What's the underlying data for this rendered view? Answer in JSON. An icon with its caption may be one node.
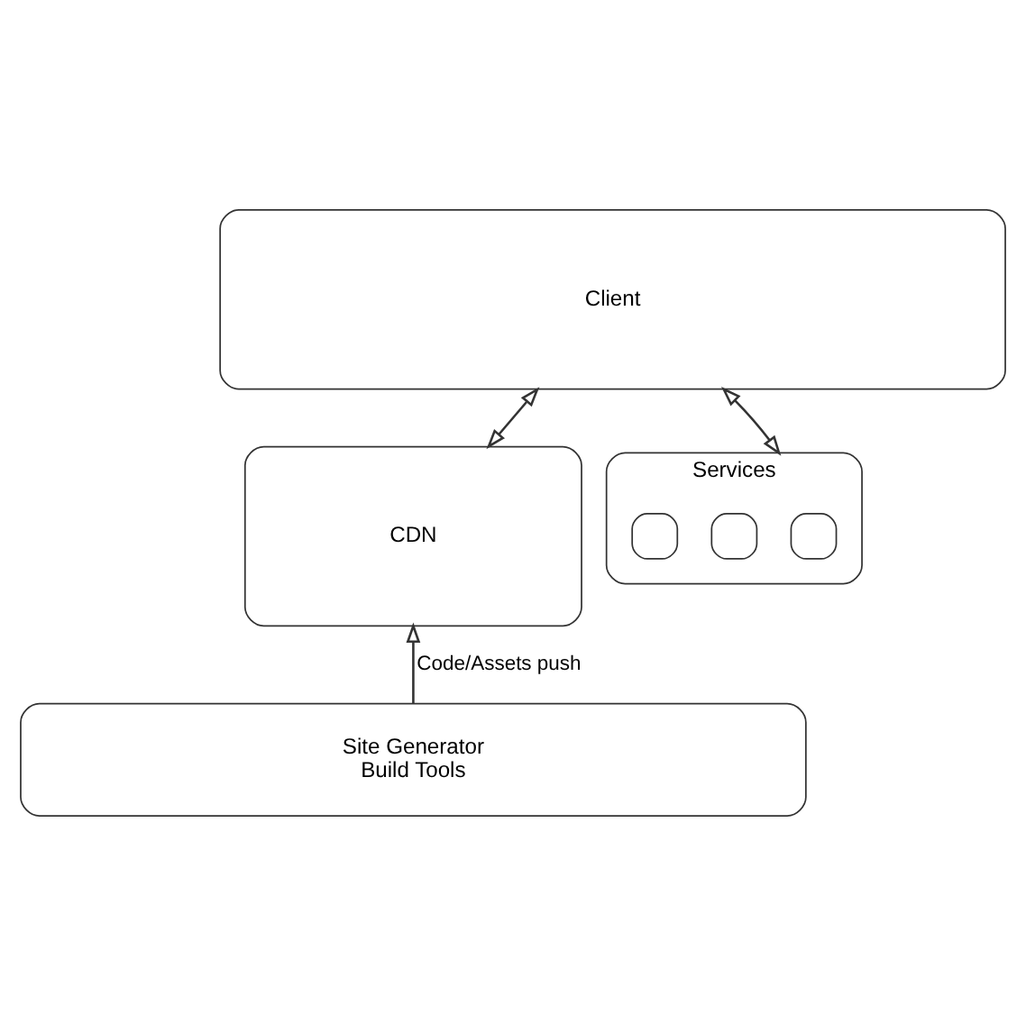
{
  "diagram": {
    "nodes": [
      {
        "text": [
          "Client"
        ]
      },
      {
        "text": [
          "CDN"
        ]
      },
      {
        "text": [
          "Services"
        ]
      },
      {
        "text": [],
        "shape": "box",
        "in": 2
      },
      {
        "text": [],
        "shape": "box",
        "in": 2
      },
      {
        "text": [],
        "shape": "box",
        "in": 2
      },
      {
        "text": [
          "Site Generator",
          "Build Tools"
        ]
      }
    ],
    "edges": [
      {
        "from": 1,
        "to": 0,
        "arrow": "both"
      },
      {
        "from": 2,
        "to": 0,
        "arrow": "both"
      },
      {
        "from": 6,
        "to": 1,
        "arrow": "to",
        "label": "Code/Assets push"
      }
    ]
  }
}
